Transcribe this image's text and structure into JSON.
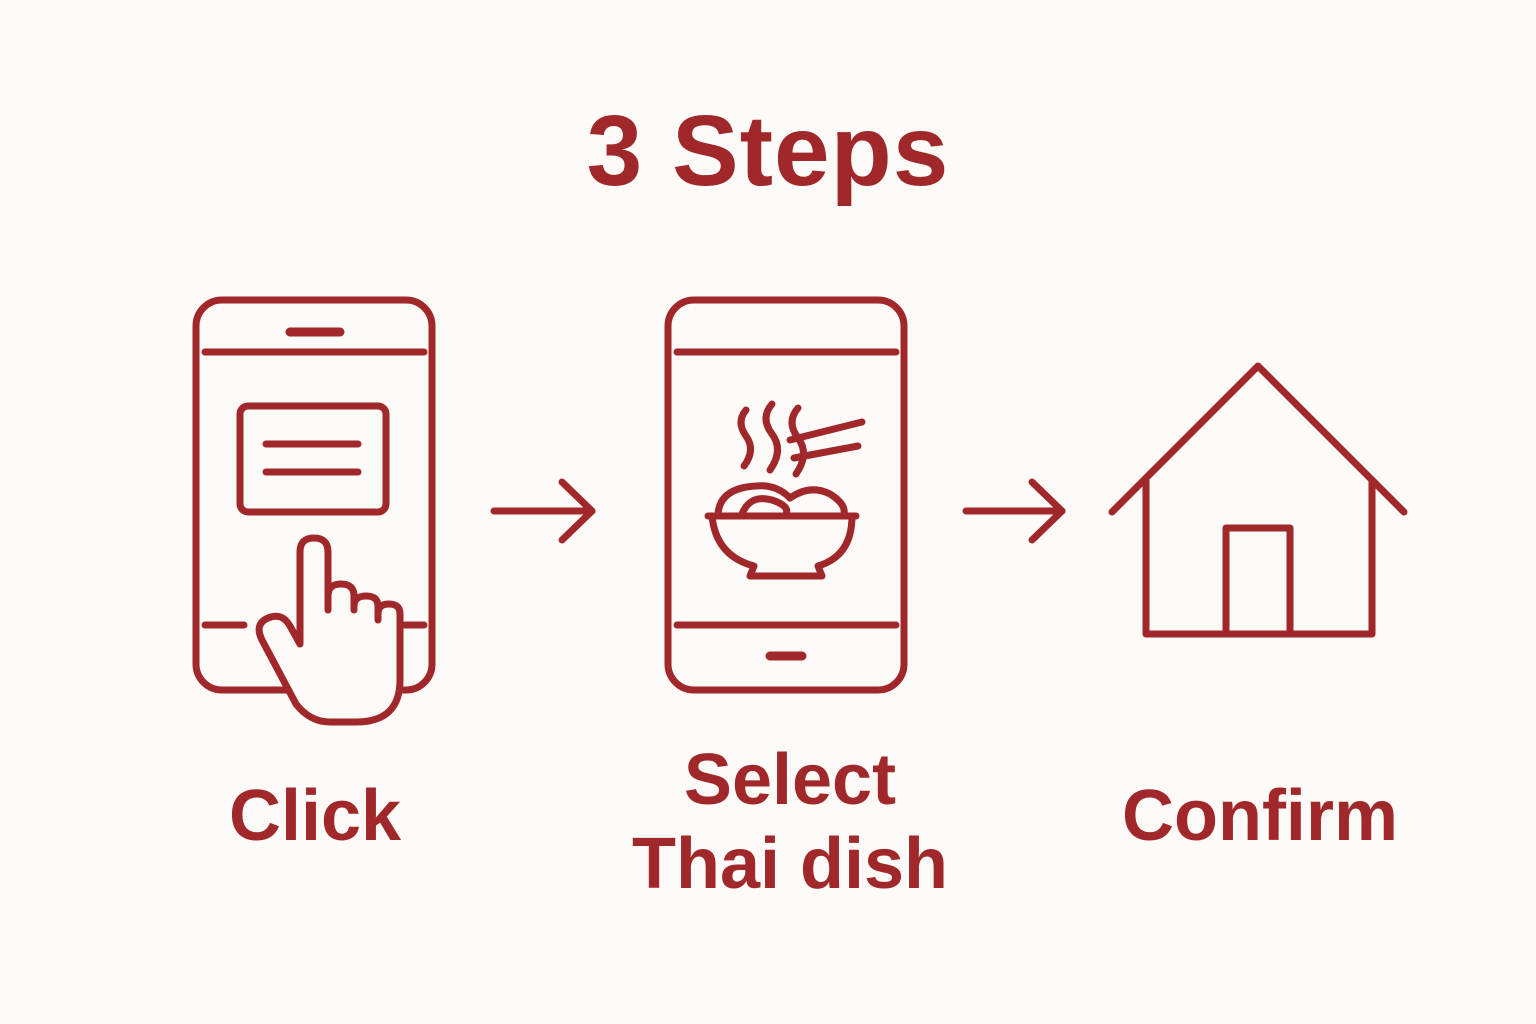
{
  "title": "3 Steps",
  "colors": {
    "accent": "#a1282a",
    "background": "#fdfaf7"
  },
  "steps": [
    {
      "icon": "phone-tap-icon",
      "label_lines": [
        "Click"
      ]
    },
    {
      "icon": "phone-noodle-bowl-icon",
      "label_lines": [
        "Select",
        "Thai dish"
      ]
    },
    {
      "icon": "house-icon",
      "label_lines": [
        "Confirm"
      ]
    }
  ],
  "connectors": [
    "arrow-right-icon",
    "arrow-right-icon"
  ]
}
